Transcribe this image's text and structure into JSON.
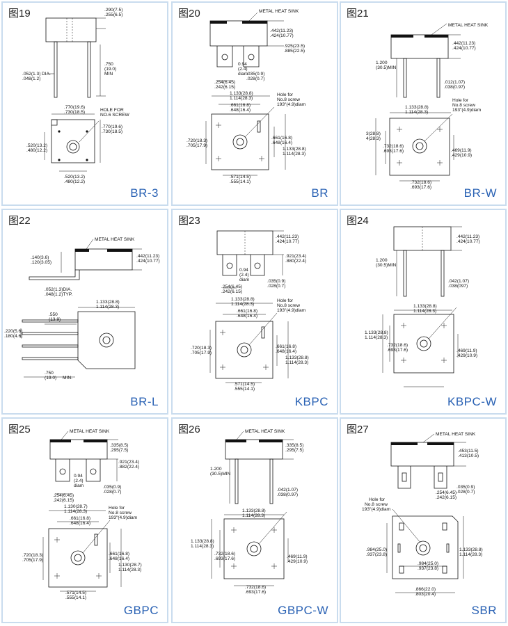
{
  "panels": [
    {
      "fig": "图19",
      "name": "BR-3",
      "labels": {
        "a": ".290(7.5)",
        "b": ".255(6.5)",
        "c": ".750",
        "d": "(19.0)",
        "e": "MIN",
        "f": ".052(1.3)",
        "g": "DIA.",
        "h": ".048(1.2)",
        "i": ".770(19.6)",
        "j": ".730(18.5)",
        "k": "HOLE FOR",
        "l": "NO.6 SCREW",
        "m": ".520(13.2)",
        "n": ".480(12.2)",
        "o": ".770(19.6)",
        "p": ".730(18.5)",
        "q": ".520(13.2)",
        "r": ".480(12.2)"
      }
    },
    {
      "fig": "图20",
      "name": "BR",
      "labels": {
        "a": "METAL HEAT SINK",
        "b": ".442(11.23)",
        "c": ".424(10.77)",
        "d": ".925(23.5)",
        "e": ".885(22.5)",
        "f": "0.94",
        "g": "(2.4)",
        "h": "diam",
        "i": ".035(0.9)",
        "j": ".028(0.7)",
        "k": ".254(6.45)",
        "l": ".242(6.15)",
        "m": "1.133(28.8)",
        "n": "1.114(28.3)",
        "o": "Hole for",
        "p": "No.8 screw",
        "q": "193\"(4.9)diam",
        "r": ".661(16.8)",
        "s": ".648(16.4)",
        "t": ".720(18.3)",
        "u": ".705(17.9)",
        "v": ".661(16.8)",
        "w": ".648(16.4)",
        "x": "1.133(28.8)",
        "y": "1.114(28.3)",
        "z": ".571(14.5)",
        "aa": ".555(14.1)"
      }
    },
    {
      "fig": "图21",
      "name": "BR-W",
      "labels": {
        "a": "METAL HEAT SINK",
        "b": ".442(11.23)",
        "c": ".424(10.77)",
        "d": "1.200",
        "e": "(30.5)MIN",
        "f": ".012(1.07)",
        "g": ".038(0.97)",
        "h": "Hole for",
        "i": "No.8 screw",
        "j": "193\"(4.9)diam",
        "k": "1.133(28.8)",
        "l": "1.114(28.3)",
        "m": "3(28.8)",
        "n": "4(28.3)",
        "o": ".732(18.6)",
        "p": ".693(17.6)",
        "q": ".469(11.9)",
        "r": ".429(10.9)",
        "s": ".732(18.6)",
        "t": ".693(17.6)"
      }
    },
    {
      "fig": "图22",
      "name": "BR-L",
      "labels": {
        "a": "METAL HEAT SINK",
        "b": ".140(3.6)",
        "c": ".120(3.05)",
        "d": ".442(11.23)",
        "e": ".424(10.77)",
        "f": ".052(1.3)DIA.",
        "g": ".048(1.2)TYP.",
        "h": "1.133(28.8)",
        "i": "1.114(28.3)",
        "j": ".550",
        "k": "(13.9)",
        "l": ".220(5.6)",
        "m": ".180(4.6)",
        "n": ".750",
        "o": "(19.0)",
        "p": "MIN."
      }
    },
    {
      "fig": "图23",
      "name": "KBPC",
      "labels": {
        "a": ".442(11.23)",
        "b": ".424(10.77)",
        "c": ".921(23.4)",
        "d": ".880(22.4)",
        "e": "0.94",
        "f": "(2.4)",
        "g": "diam",
        "h": ".035(0.9)",
        "i": ".028(0.7)",
        "j": ".254(6.45)",
        "k": ".242(6.15)",
        "l": "1.133(28.8)",
        "m": "1.114(28.3)",
        "n": ".661(16.8)",
        "o": ".648(16.4)",
        "p": "Hole for",
        "q": "No.8 screw",
        "r": "193\"(4.9)diam",
        "s": ".720(18.3)",
        "t": ".705(17.9)",
        "u": ".661(16.8)",
        "v": ".648(16.4)",
        "w": "1.133(28.8)",
        "x": "1.114(28.3)",
        "y": ".571(14.5)",
        "z": ".555(14.1)"
      }
    },
    {
      "fig": "图24",
      "name": "KBPC-W",
      "labels": {
        "a": ".442(11.23)",
        "b": ".424(10.77)",
        "c": "1.200",
        "d": "(30.5)MIN",
        "e": ".042(1.07)",
        "f": ".038(097)",
        "g": "1.133(28.8)",
        "h": "1.114(28.3)",
        "i": "1.133(28.8)",
        "j": "1.114(28.3)",
        "k": ".732(18.6)",
        "l": ".693(17.6)",
        "m": ".469(11.9)",
        "n": ".429(10.9)"
      }
    },
    {
      "fig": "图25",
      "name": "GBPC",
      "labels": {
        "a": "METAL HEAT SINK",
        "b": ".335(8.5)",
        "c": ".295(7.5)",
        "d": ".921(23.4)",
        "e": ".882(22.4)",
        "f": "0.94",
        "g": "(2.4)",
        "h": "diam",
        "i": ".035(0.9)",
        "j": ".028(0.7)",
        "k": ".254(6.45)",
        "l": ".242(6.15)",
        "m": "1.130(28.7)",
        "n": "1.114(28.3)",
        "o": ".661(16.8)",
        "p": ".648(16.4)",
        "q": "Hole for",
        "r": "No.8 screw",
        "s": "193\"(4.9)diam",
        "t": ".720(18.3)",
        "u": ".705(17.9)",
        "v": ".661(16.8)",
        "w": ".648(16.4)",
        "x": "1.130(28.7)",
        "y": "1.114(28.3)",
        "z": ".571(14.5)",
        "aa": ".555(14.1)"
      }
    },
    {
      "fig": "图26",
      "name": "GBPC-W",
      "labels": {
        "a": "METAL HEAT SINK",
        "b": ".335(8.5)",
        "c": ".295(7.5)",
        "d": "1.200",
        "e": "(30.5)MIN",
        "f": ".042(1.07)",
        "g": ".038(0.97)",
        "h": "1.133(28.8)",
        "i": "1.114(28.3)",
        "j": "1.133(28.8)",
        "k": "1.114(28.3)",
        "l": ".732(18.6)",
        "m": ".693(17.6)",
        "n": ".469(11.9)",
        "o": ".429(10.9)",
        "p": ".732(18.6)",
        "q": ".693(17.6)"
      }
    },
    {
      "fig": "图27",
      "name": "SBR",
      "labels": {
        "a": "METAL HEAT SINK",
        "b": ".453(11.5)",
        "c": ".413(10.5)",
        "d": ".254(6.45)",
        "e": ".242(6.15)",
        "f": ".035(0.9)",
        "g": ".028(0.7)",
        "h": "Hole for",
        "i": "No.8 screw",
        "j": "193\"(4.9)diam",
        "k": "1.133(28.8)",
        "l": "1.114(28.3)",
        "m": ".984(25.0)",
        "n": ".937(23.8)",
        "o": ".984(25.0)",
        "p": ".937(23.8)",
        "q": ".866(22.0)",
        "r": ".803(20.4)"
      }
    }
  ]
}
